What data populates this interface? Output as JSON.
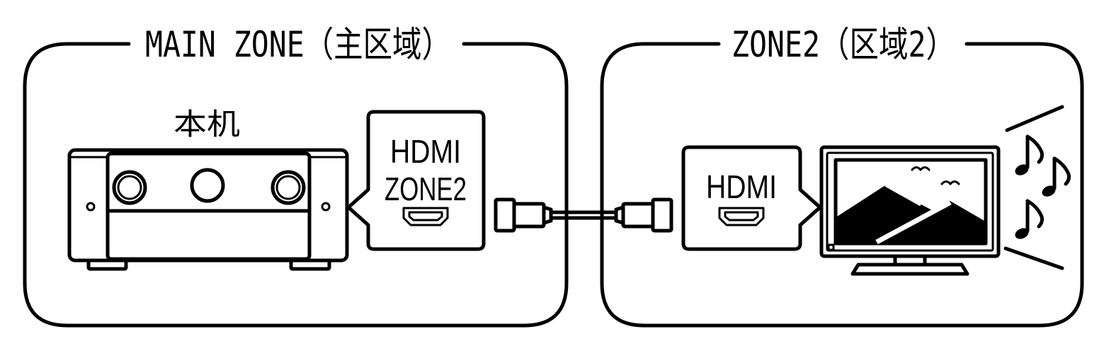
{
  "main_zone": {
    "title": "MAIN ZONE（主区域）",
    "device_label": "本机",
    "port_label_line1": "HDMI",
    "port_label_line2": "ZONE2"
  },
  "zone2": {
    "title": "ZONE2（区域2）",
    "port_label": "HDMI"
  },
  "icons": {
    "receiver": "av-receiver-icon",
    "port": "hdmi-port-icon",
    "cable": "hdmi-cable-icon",
    "display": "tv-icon",
    "sound": "music-note-icon"
  },
  "colors": {
    "stroke": "#000000",
    "background": "#ffffff"
  }
}
